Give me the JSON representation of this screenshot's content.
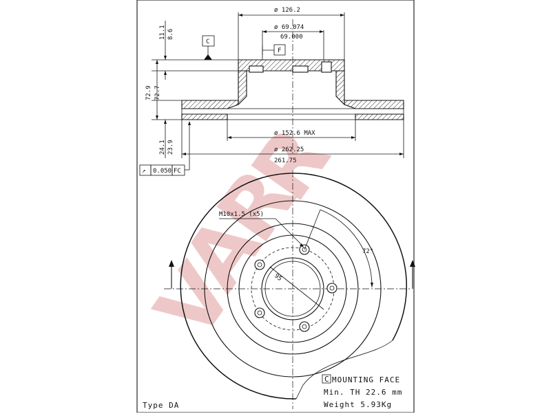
{
  "section_view": {
    "dims": {
      "hub_outer_dia": "ø 126.2",
      "pilot_max": "ø 69.074",
      "pilot_min": "69.000",
      "height_a": "11.1",
      "height_b": "8.6",
      "total_a": "72.9",
      "total_b": "72.7",
      "thick_a": "24.1",
      "thick_b": "23.9",
      "inner_max": "ø 152.6 MAX",
      "outer_a": "ø 262.25",
      "outer_b": "261.75"
    },
    "datum_c": "C",
    "datum_f": "F",
    "runout": {
      "symbol": "↗",
      "value": "0.050",
      "datums": "FC"
    }
  },
  "front_view": {
    "thread_label": "M10x1.5 (x5)",
    "bolt_circle": "95",
    "angle": "72°",
    "bolt_count": 5
  },
  "notes": {
    "mounting_box": "C",
    "mounting_text": "MOUNTING FACE",
    "min_th": "Min. TH 22.6 mm",
    "weight": "Weight  5.93Kg"
  },
  "type_label": "Type DA",
  "watermark": "VARR"
}
